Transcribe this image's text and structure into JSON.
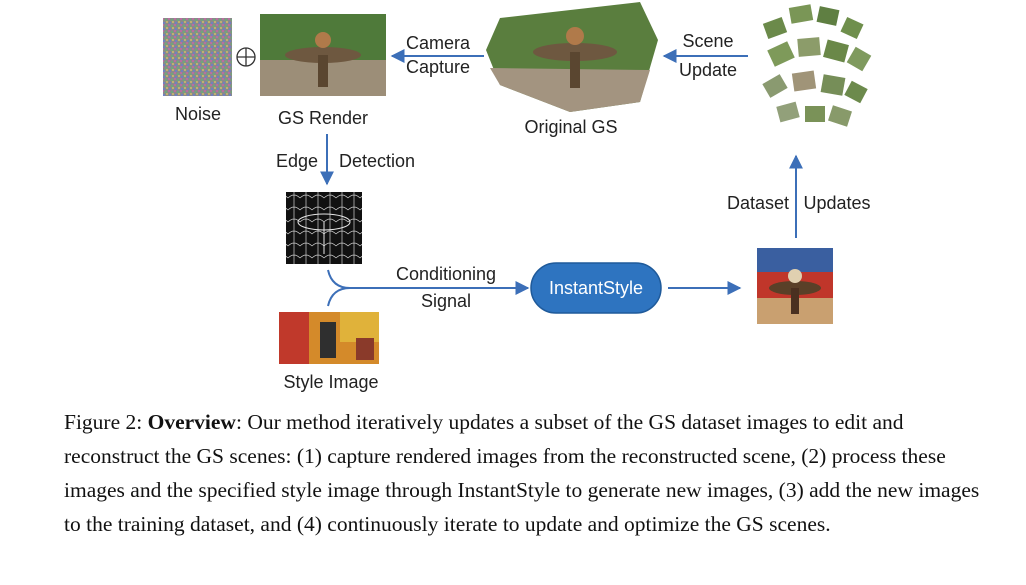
{
  "figure": {
    "labels": {
      "noise": "Noise",
      "gs_render": "GS Render",
      "original_gs": "Original GS",
      "camera": "Camera",
      "capture": "Capture",
      "scene": "Scene",
      "update": "Update",
      "edge": "Edge",
      "detection": "Detection",
      "dataset": "Dataset",
      "updates": "Updates",
      "conditioning": "Conditioning",
      "signal": "Signal",
      "instantstyle": "InstantStyle",
      "style_image": "Style Image"
    },
    "colors": {
      "arrow": "#3c6fb8",
      "pill_fill": "#2e74c0",
      "pill_text": "#ffffff"
    }
  },
  "caption": {
    "prefix": "Figure 2: ",
    "bold": "Overview",
    "text": ": Our method iteratively updates a subset of the GS dataset images to edit and reconstruct the GS scenes: (1) capture rendered images from the reconstructed scene, (2) process these images and the specified style image through InstantStyle to generate new images, (3) add the new images to the training dataset, and (4) continuously iterate to update and optimize the GS scenes."
  }
}
